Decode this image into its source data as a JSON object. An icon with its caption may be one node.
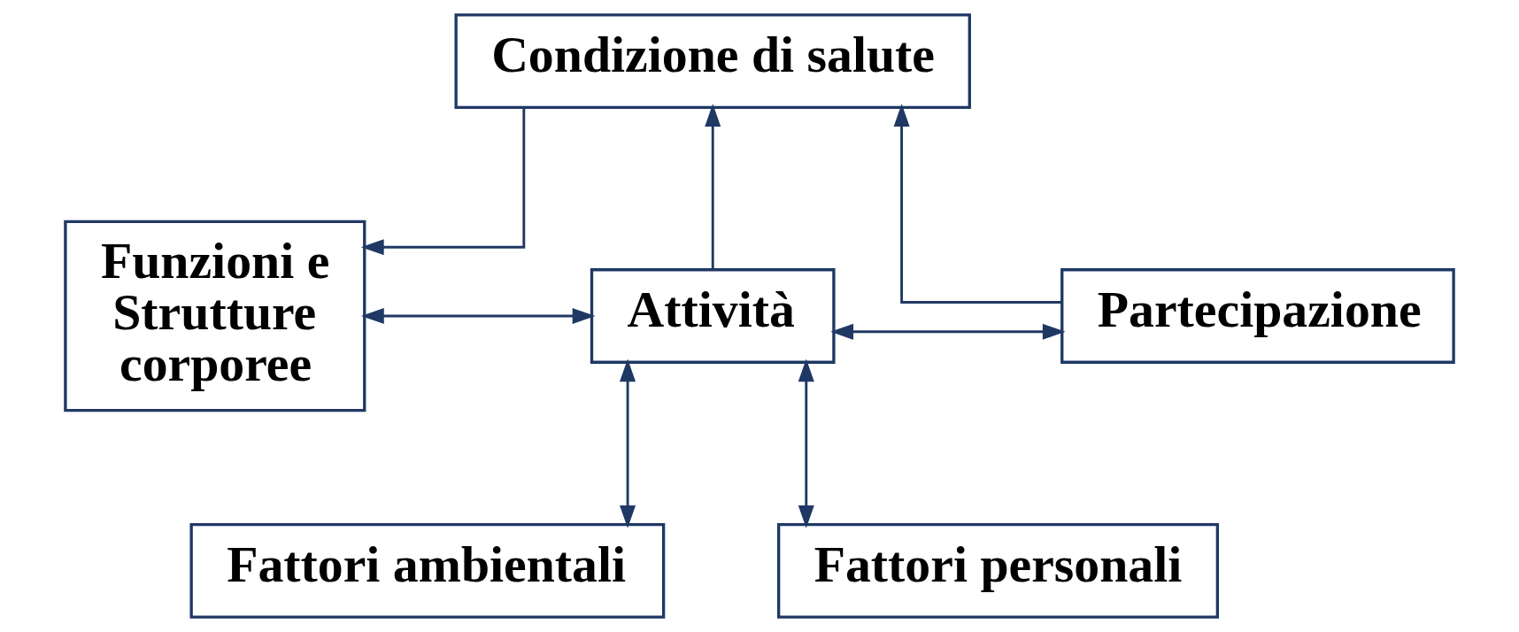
{
  "diagram": {
    "nodes": [
      {
        "text": [
          "Condizione di salute"
        ]
      },
      {
        "text": [
          "Funzioni e Strutture corporee"
        ]
      },
      {
        "text": [
          "Attività"
        ]
      },
      {
        "text": [
          "Partecipazione"
        ]
      },
      {
        "text": [
          "Fattori ambientali"
        ]
      },
      {
        "text": [
          "Fattori personali"
        ]
      }
    ],
    "edges": [
      {
        "from": 0,
        "to": 1,
        "arrow": "to"
      },
      {
        "from": 2,
        "to": 0,
        "arrow": "to"
      },
      {
        "from": 3,
        "to": 0,
        "arrow": "to"
      },
      {
        "from": 1,
        "to": 2,
        "arrow": "both"
      },
      {
        "from": 2,
        "to": 3,
        "arrow": "both"
      },
      {
        "from": 2,
        "to": 4,
        "arrow": "both"
      },
      {
        "from": 2,
        "to": 5,
        "arrow": "both"
      }
    ]
  }
}
